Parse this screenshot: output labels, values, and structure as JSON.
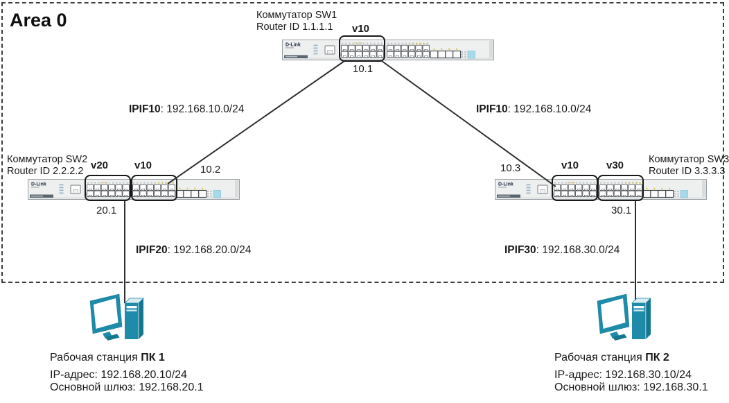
{
  "area": {
    "label": "Area 0"
  },
  "switch_brand": "D-Link",
  "switches": {
    "sw1": {
      "name": "Коммутатор SW1",
      "router_id": "Router ID 1.1.1.1",
      "vlan_left": "v10",
      "port_bottom": "10.1"
    },
    "sw2": {
      "name": "Коммутатор SW2",
      "router_id": "Router ID 2.2.2.2",
      "vlan_left": "v20",
      "vlan_right": "v10",
      "port_right": "10.2",
      "port_bottom": "20.1"
    },
    "sw3": {
      "name": "Коммутатор SW3",
      "router_id": "Router ID 3.3.3.3",
      "vlan_left": "v10",
      "vlan_right": "v30",
      "port_left": "10.3",
      "port_bottom": "30.1"
    }
  },
  "links": {
    "sw1_sw2": {
      "name": "IPIF10",
      "subnet": ": 192.168.10.0/24"
    },
    "sw1_sw3": {
      "name": "IPIF10",
      "subnet": ": 192.168.10.0/24"
    },
    "sw2_pc1": {
      "name": "IPIF20",
      "subnet": ": 192.168.20.0/24"
    },
    "sw3_pc2": {
      "name": "IPIF30",
      "subnet": ": 192.168.30.0/24"
    }
  },
  "workstations": {
    "pc1": {
      "label_prefix": "Рабочая станция ",
      "label_name": "ПК 1",
      "ip": "IP-адрес: 192.168.20.10/24",
      "gateway": "Основной шлюз: 192.168.20.1"
    },
    "pc2": {
      "label_prefix": "Рабочая станция ",
      "label_name": "ПК 2",
      "ip": "IP-адрес: 192.168.30.10/24",
      "gateway": "Основной шлюз: 192.168.30.1"
    }
  },
  "colors": {
    "workstation_teal": "#1e8ca9",
    "workstation_teal_dark": "#14768f",
    "workstation_teal_light": "#d8ecf2",
    "line": "#2e2e2e",
    "led_yellow": "#ddc322",
    "switch_chassis": "#eeefef",
    "switch_accent_blue": "#a6daea"
  }
}
